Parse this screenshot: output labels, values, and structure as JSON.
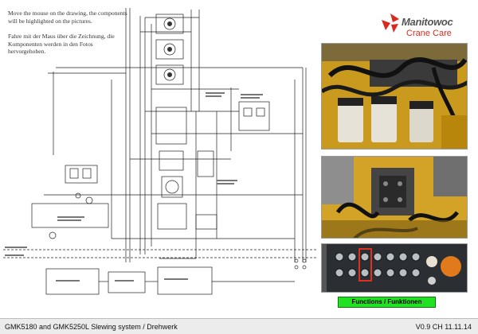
{
  "instructions": {
    "english": "Move the mouse on the drawing, the components will be highlighted on the pictures.",
    "german": "Fahre mit der Maus über die Zeichnung, die Komponenten werden in den Fotos hervorgehoben."
  },
  "logo": {
    "brand": "Manitowoc",
    "subtitle": "Crane Care"
  },
  "functions_button": {
    "label": "Functions / Funktionen"
  },
  "footer": {
    "title": "GMK5180 and GMK5250L Slewing system / Drehwerk",
    "version": "V0.9 CH 11.11.14"
  },
  "colors": {
    "button_green": "#22e022",
    "logo_red": "#d62b1e",
    "highlight_red": "#e03020"
  }
}
